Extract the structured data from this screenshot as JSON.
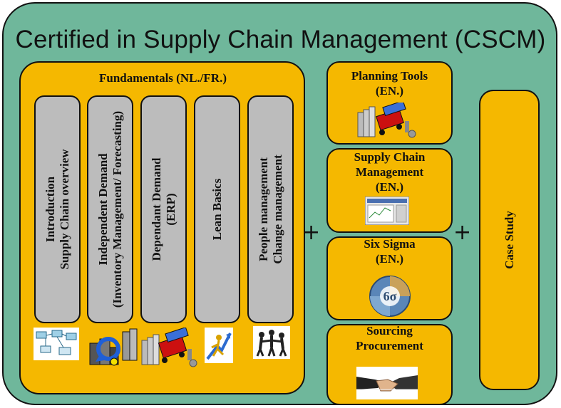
{
  "title": "Certified in Supply Chain Management  (CSCM)",
  "fundamentals": {
    "title": "Fundamentals (NL./FR.)",
    "columns": [
      {
        "line1": "Introduction",
        "line2": "Supply Chain overview",
        "icon": "network-diagram-icon"
      },
      {
        "line1": "Independent Demand",
        "line2": "(Inventory Management/ Forecasting)",
        "icon": "inventory-blocks-icon"
      },
      {
        "line1": "Dependant Demand",
        "line2": "(ERP)",
        "icon": "factory-trucks-icon"
      },
      {
        "line1": "Lean Basics",
        "line2": "",
        "icon": "runner-arrow-icon"
      },
      {
        "line1": "People management",
        "line2": "Change management",
        "icon": "people-group-icon"
      }
    ]
  },
  "modules": [
    {
      "line1": "Planning Tools",
      "line2": "(EN.)",
      "icon": "factory-trucks-icon"
    },
    {
      "line1": "Supply Chain",
      "line2": "Management",
      "line3": "(EN.)",
      "icon": "software-screen-icon"
    },
    {
      "line1": "Six Sigma",
      "line2": "(EN.)",
      "icon": "six-sigma-icon"
    },
    {
      "line1": "Sourcing",
      "line2": "Procurement",
      "icon": "handshake-icon"
    }
  ],
  "plus_sign": "+",
  "case_study": "Case Study"
}
